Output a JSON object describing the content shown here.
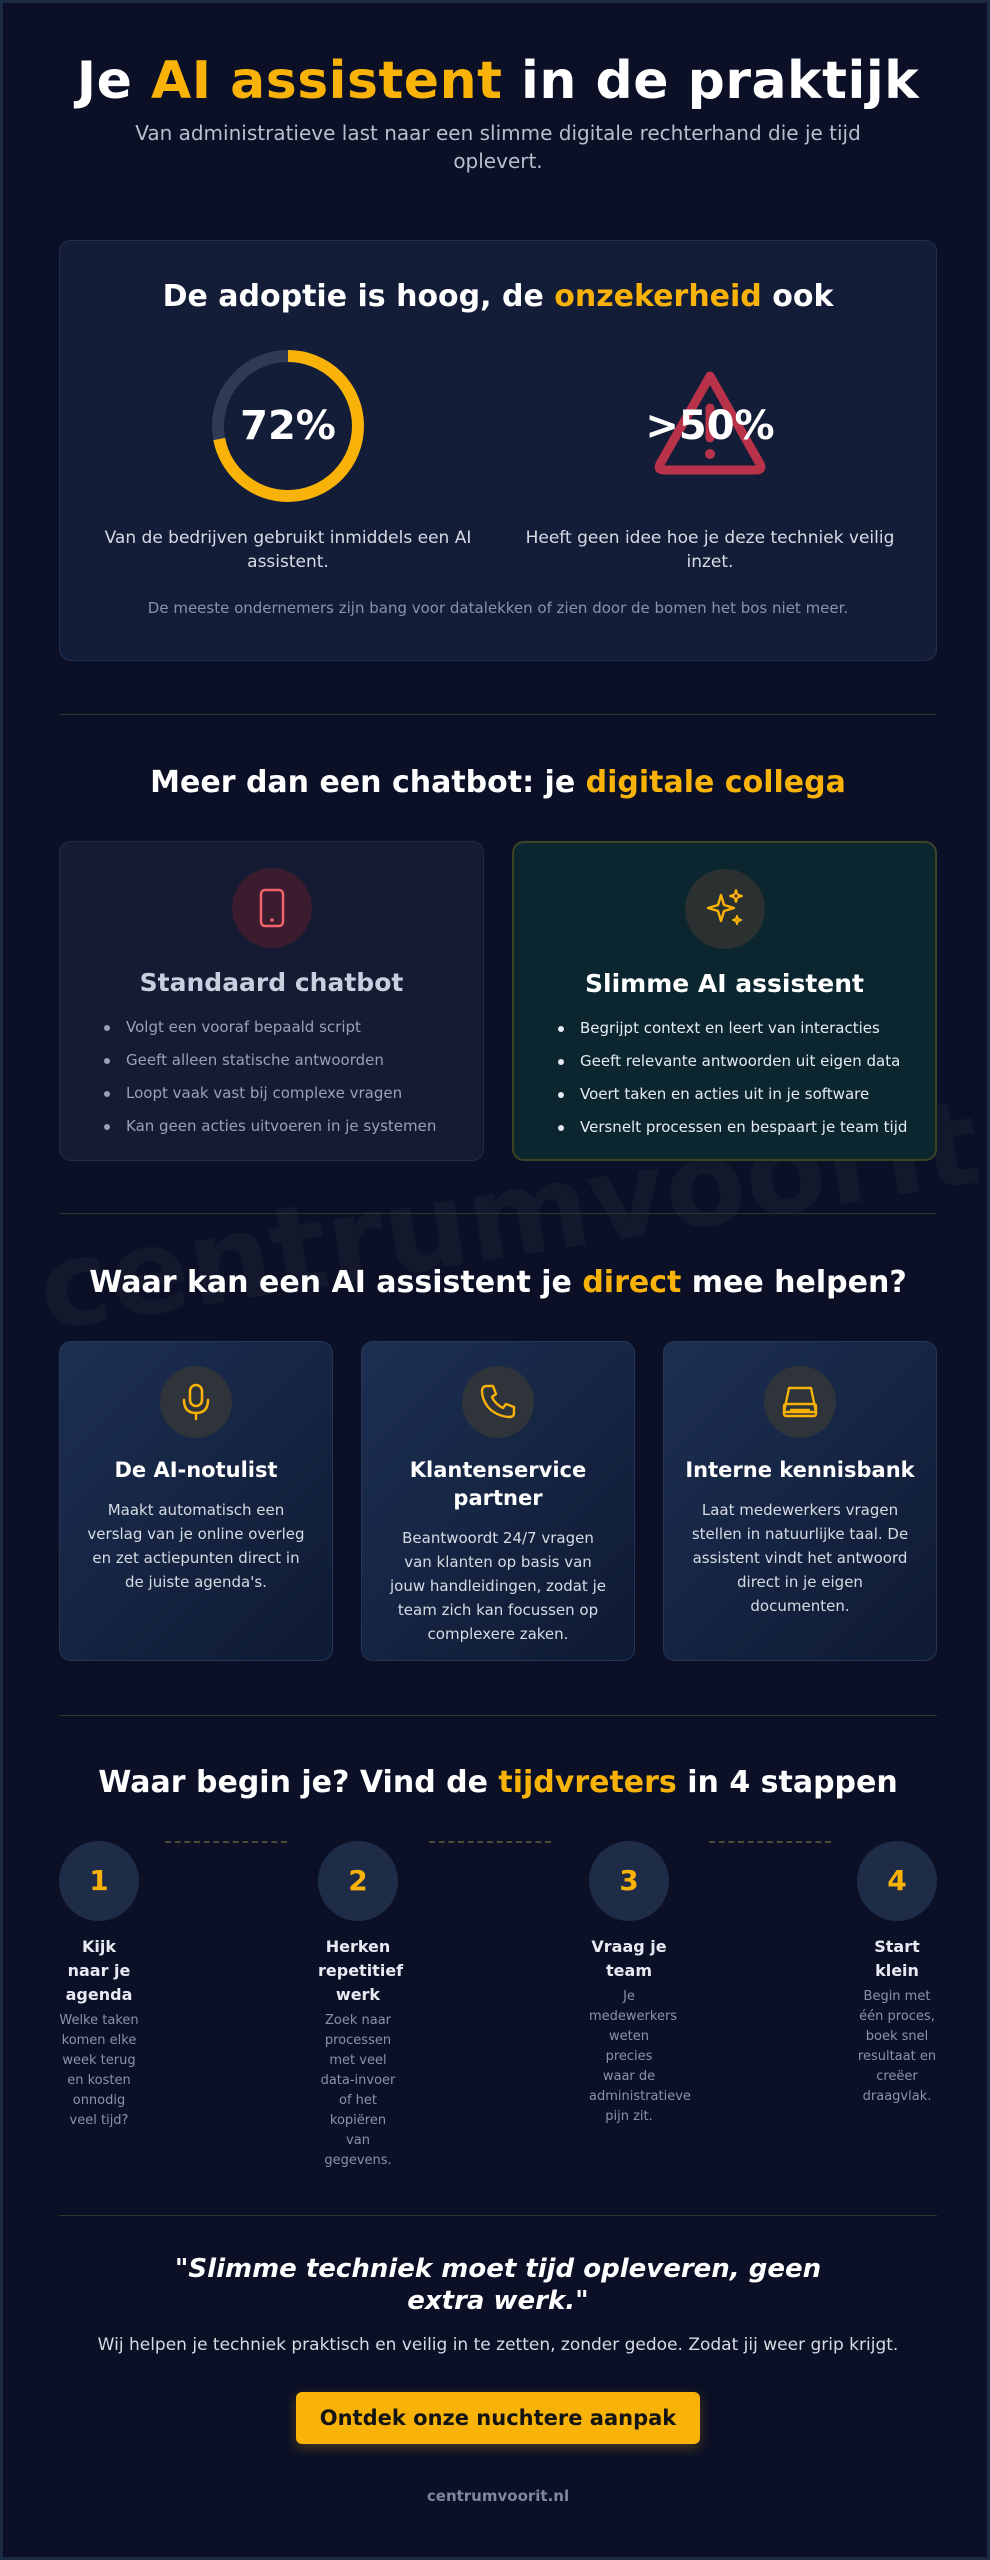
{
  "hero": {
    "title_pre": "Je ",
    "title_accent": "AI assistent",
    "title_post": " in de praktijk",
    "subtitle": "Van administratieve last naar een slimme digitale rechterhand die je tijd oplevert."
  },
  "adoption": {
    "title_pre": "De adoptie is hoog, de ",
    "title_accent": "onzekerheid",
    "title_post": " ook",
    "stat1": {
      "value": "72%",
      "percent": 72,
      "desc": "Van de bedrijven gebruikt inmiddels een AI assistent.",
      "icon": "progress-ring"
    },
    "stat2": {
      "value": ">50%",
      "desc": "Heeft geen idee hoe je deze techniek veilig inzet.",
      "icon": "warning-triangle-icon"
    },
    "note": "De meeste ondernemers zijn bang voor datalekken of zien door de bomen het bos niet meer."
  },
  "compare": {
    "title_pre": "Meer dan een chatbot: je ",
    "title_accent": "digitale collega",
    "left": {
      "icon": "smartphone-icon",
      "title": "Standaard chatbot",
      "items": [
        "Volgt een vooraf bepaald script",
        "Geeft alleen statische antwoorden",
        "Loopt vaak vast bij complexe vragen",
        "Kan geen acties uitvoeren in je systemen"
      ]
    },
    "right": {
      "icon": "sparkles-icon",
      "title": "Slimme AI assistent",
      "items": [
        "Begrijpt context en leert van interacties",
        "Geeft relevante antwoorden uit eigen data",
        "Voert taken en acties uit in je software",
        "Versnelt processen en bespaart je team tijd"
      ]
    }
  },
  "help": {
    "title_pre": "Waar kan een AI assistent je ",
    "title_accent": "direct",
    "title_post": " mee helpen?",
    "cards": [
      {
        "icon": "microphone-icon",
        "title": "De AI-notulist",
        "desc": "Maakt automatisch een verslag van je online overleg en zet actiepunten direct in de juiste agenda's."
      },
      {
        "icon": "phone-icon",
        "title": "Klantenservice partner",
        "desc": "Beantwoordt 24/7 vragen van klanten op basis van jouw handleidingen, zodat je team zich kan focussen op complexere zaken."
      },
      {
        "icon": "database-icon",
        "title": "Interne kennisbank",
        "desc": "Laat medewerkers vragen stellen in natuurlijke taal. De assistent vindt het antwoord direct in je eigen documenten."
      }
    ]
  },
  "steps": {
    "title_pre": "Waar begin je? Vind de ",
    "title_accent": "tijdvreters",
    "title_post": " in 4 stappen",
    "items": [
      {
        "number": "1",
        "title": "Kijk naar je agenda",
        "desc": "Welke taken komen elke week terug en kosten onnodig veel tijd?"
      },
      {
        "number": "2",
        "title": "Herken repetitief werk",
        "desc": "Zoek naar processen met veel data-invoer of het kopiëren van gegevens."
      },
      {
        "number": "3",
        "title": "Vraag je team",
        "desc": "Je medewerkers weten precies waar de administratieve pijn zit."
      },
      {
        "number": "4",
        "title": "Start klein",
        "desc": "Begin met één proces, boek snel resultaat en creëer draagvlak."
      }
    ]
  },
  "closing": {
    "quote": "\"Slimme techniek moet tijd opleveren, geen extra werk.\"",
    "subtitle": "Wij helpen je techniek praktisch en veilig in te zetten, zonder gedoe. Zodat jij weer grip krijgt.",
    "cta_label": "Ontdek onze nuchtere aanpak"
  },
  "footer": {
    "site": "centrumvoorit.nl"
  },
  "watermark": "centrumvoorit.nl",
  "colors": {
    "background": "#0b1026",
    "accent": "#f9b208",
    "danger": "#b8324a",
    "panel": "#131d38"
  }
}
